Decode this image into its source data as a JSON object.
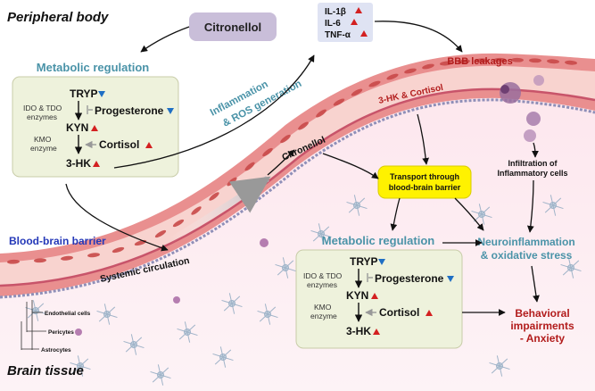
{
  "regions": {
    "peripheral": "Peripheral body",
    "brain": "Brain tissue",
    "bbb": "Blood-brain barrier",
    "systemic": "Systemic circulation"
  },
  "citronellol_box": "Citronellol",
  "citronellol_vessel": "Citronellol",
  "cytokines": [
    "IL-1β",
    "IL-6",
    "TNF-α"
  ],
  "inflammation": [
    "Inflammation",
    "& ROS generation"
  ],
  "bbb_leakages": "BBB leakages",
  "hk_cortisol": "3-HK & Cortisol",
  "transport": [
    "Transport through",
    "blood-brain barrier"
  ],
  "infiltration": [
    "Infiltration of",
    "Inflammatory cells"
  ],
  "neuroinflammation": [
    "Neuroinflammation",
    "& oxidative stress"
  ],
  "behavioral": [
    "Behavioral",
    "impairments",
    "- Anxiety"
  ],
  "metabolic_top": {
    "title": "Metabolic regulation",
    "tryp": "TRYP",
    "kyn": "KYN",
    "hk": "3-HK",
    "progesterone": "Progesterone",
    "cortisol": "Cortisol",
    "ido": [
      "IDO & TDO",
      "enzymes"
    ],
    "kmo": [
      "KMO",
      "enzyme"
    ]
  },
  "metabolic_bottom": {
    "title": "Metabolic regulation",
    "tryp": "TRYP",
    "kyn": "KYN",
    "hk": "3-HK",
    "progesterone": "Progesterone",
    "cortisol": "Cortisol",
    "ido": [
      "IDO & TDO",
      "enzymes"
    ],
    "kmo": [
      "KMO",
      "enzyme"
    ]
  },
  "cell_labels": [
    "Endothelial cells",
    "Pericytes",
    "Astrocytes"
  ],
  "colors": {
    "up": "#d32020",
    "down": "#1f6fc4",
    "teal": "#4a93a8",
    "red_text": "#b21c1c",
    "blue_text": "#2438b8",
    "box_fill": "#eef2dc",
    "citronellol_box": "#c9bed9",
    "yellow": "#fff200"
  }
}
